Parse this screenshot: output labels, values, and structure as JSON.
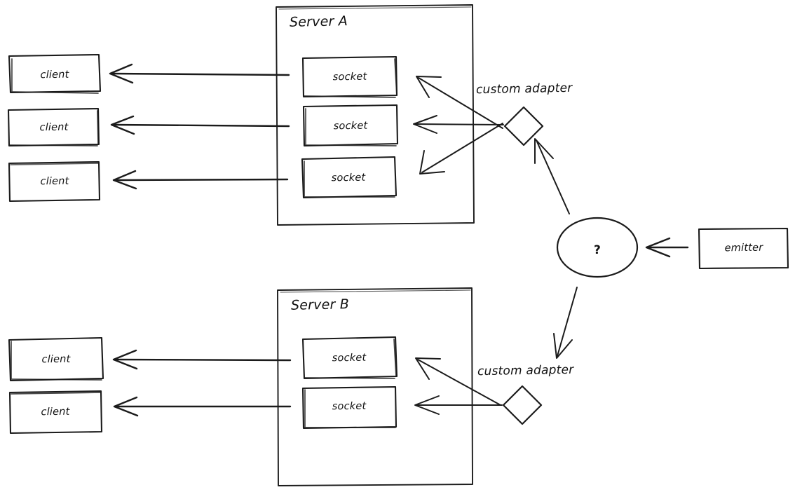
{
  "diagram": {
    "title": "socket.io custom adapter broadcast topology",
    "style": "hand-drawn whiteboard sketch",
    "background_color": "#ffffff",
    "stroke_color": "#1b1b1b"
  },
  "servers": [
    {
      "id": "server-a",
      "label": "Server A",
      "sockets": [
        {
          "label": "socket"
        },
        {
          "label": "socket"
        },
        {
          "label": "socket"
        }
      ]
    },
    {
      "id": "server-b",
      "label": "Server B",
      "sockets": [
        {
          "label": "socket"
        },
        {
          "label": "socket"
        }
      ]
    }
  ],
  "clients": {
    "server_a_clients": [
      {
        "label": "client"
      },
      {
        "label": "client"
      },
      {
        "label": "client"
      }
    ],
    "server_b_clients": [
      {
        "label": "client"
      },
      {
        "label": "client"
      }
    ]
  },
  "adapters": [
    {
      "id": "adapter-top",
      "label": "custom adapter",
      "shape": "diamond"
    },
    {
      "id": "adapter-bottom",
      "label": "custom adapter",
      "shape": "diamond"
    }
  ],
  "broker": {
    "id": "broker-node",
    "label": "?",
    "shape": "circle"
  },
  "emitter": {
    "id": "emitter-box",
    "label": "emitter",
    "shape": "rectangle"
  }
}
